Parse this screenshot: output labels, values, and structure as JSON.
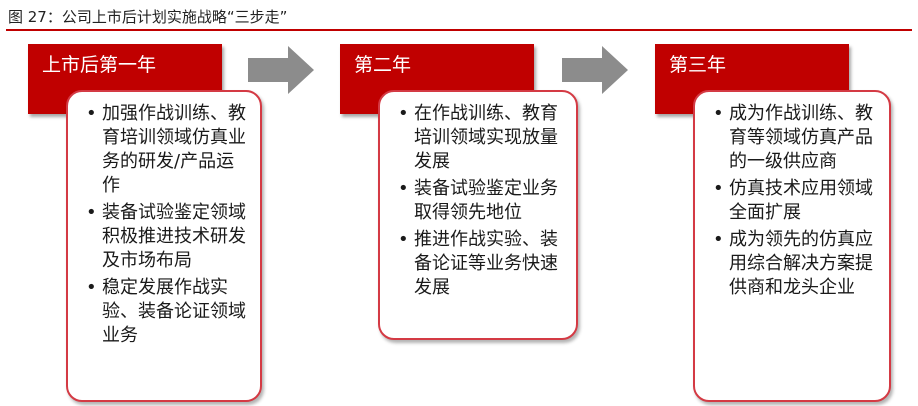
{
  "caption": "图 27：公司上市后计划实施战略“三步走”",
  "colors": {
    "accent": "#c00000",
    "box_border": "#d43a44",
    "arrow": "#8c8c8c"
  },
  "stages": [
    {
      "title": "上市后第一年",
      "items": [
        "加强作战训练、教育培训领域仿真业务的研发/产品运作",
        "装备试验鉴定领域积极推进技术研发及市场布局",
        "稳定发展作战实验、装备论证领域业务"
      ]
    },
    {
      "title": "第二年",
      "items": [
        "在作战训练、教育培训领域实现放量发展",
        "装备试验鉴定业务取得领先地位",
        "推进作战实验、装备论证等业务快速发展"
      ]
    },
    {
      "title": "第三年",
      "items": [
        "成为作战训练、教育等领域仿真产品的一级供应商",
        "仿真技术应用领域全面扩展",
        "成为领先的仿真应用综合解决方案提供商和龙头企业"
      ]
    }
  ]
}
